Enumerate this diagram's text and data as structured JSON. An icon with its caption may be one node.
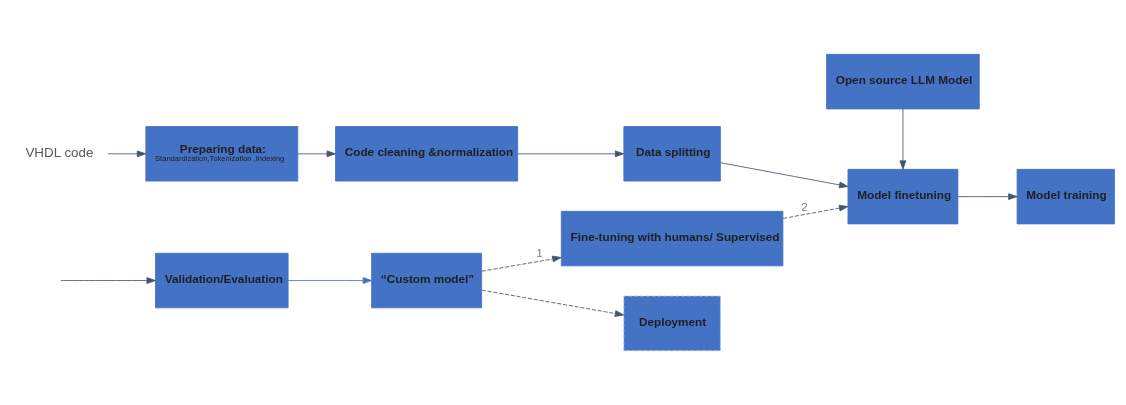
{
  "diagram": {
    "nodes": [
      {
        "text": [
          "VHDL code"
        ]
      },
      {
        "text": [
          "Preparing data:",
          "Standardization,Tokenization ,Indexing"
        ]
      },
      {
        "text": [
          "Code cleaning &normalization"
        ]
      },
      {
        "text": [
          "Data splitting"
        ]
      },
      {
        "text": [
          "Open source LLM Model"
        ]
      },
      {
        "text": [
          "Model finetuning"
        ]
      },
      {
        "text": [
          "Model training"
        ]
      },
      {
        "text": [
          "Fine-tuning with humans/ Supervised"
        ]
      },
      {
        "text": [
          "Validation/Evaluation"
        ]
      },
      {
        "text": [
          "“Custom model”"
        ]
      },
      {
        "text": [
          "Deployment"
        ]
      }
    ],
    "edges": [
      {
        "from": 0,
        "to": 1,
        "arrow": "to"
      },
      {
        "from": 1,
        "to": 2,
        "arrow": "to"
      },
      {
        "from": 2,
        "to": 3,
        "arrow": "to"
      },
      {
        "from": 3,
        "to": 5,
        "arrow": "to"
      },
      {
        "from": 4,
        "to": 5,
        "arrow": "to"
      },
      {
        "from": 5,
        "to": 6,
        "arrow": "to"
      },
      {
        "from": 7,
        "to": 5,
        "arrow": "to",
        "label": "2",
        "style": "dashed"
      },
      {
        "from": 9,
        "to": 7,
        "arrow": "to",
        "label": "1",
        "style": "dashed"
      },
      {
        "from": null,
        "to": 8,
        "arrow": "to"
      },
      {
        "from": 8,
        "to": 9,
        "arrow": "to",
        "color": "#4472c4"
      },
      {
        "from": 9,
        "to": 10,
        "arrow": "to",
        "style": "dashed"
      }
    ]
  }
}
